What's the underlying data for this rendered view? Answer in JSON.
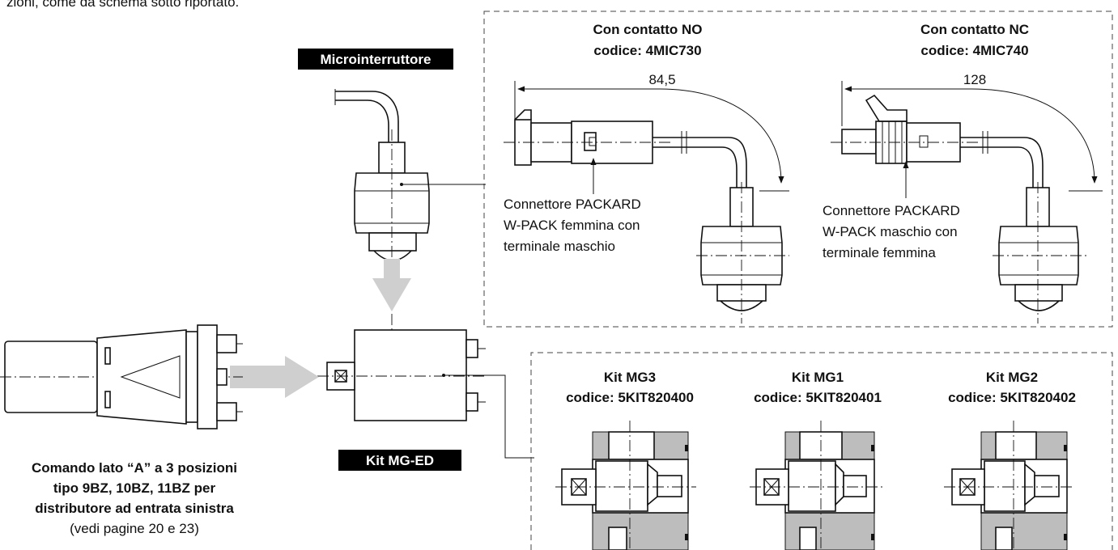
{
  "intro_text": "zioni, come da schema sotto riportato.",
  "microswitch": {
    "label": "Microinterruttore"
  },
  "kit_mg_ed": {
    "label": "Kit MG-ED"
  },
  "command": {
    "line1": "Comando lato “A” a 3 posizioni",
    "line2": "tipo 9BZ, 10BZ, 11BZ per",
    "line3": "distributore ad entrata sinistra",
    "line4": "(vedi pagine 20 e 23)"
  },
  "switch_variants": [
    {
      "title": "Con contatto NO",
      "code": "codice: 4MIC730",
      "dimension": "84,5",
      "connector": [
        "Connettore PACKARD",
        "W-PACK femmina con",
        "terminale maschio"
      ]
    },
    {
      "title": "Con contatto NC",
      "code": "codice: 4MIC740",
      "dimension": "128",
      "connector": [
        "Connettore PACKARD",
        "W-PACK maschio con",
        "terminale femmina"
      ]
    }
  ],
  "kits": [
    {
      "title": "Kit MG3",
      "code": "codice: 5KIT820400"
    },
    {
      "title": "Kit MG1",
      "code": "codice: 5KIT820401"
    },
    {
      "title": "Kit MG2",
      "code": "codice: 5KIT820402"
    }
  ]
}
